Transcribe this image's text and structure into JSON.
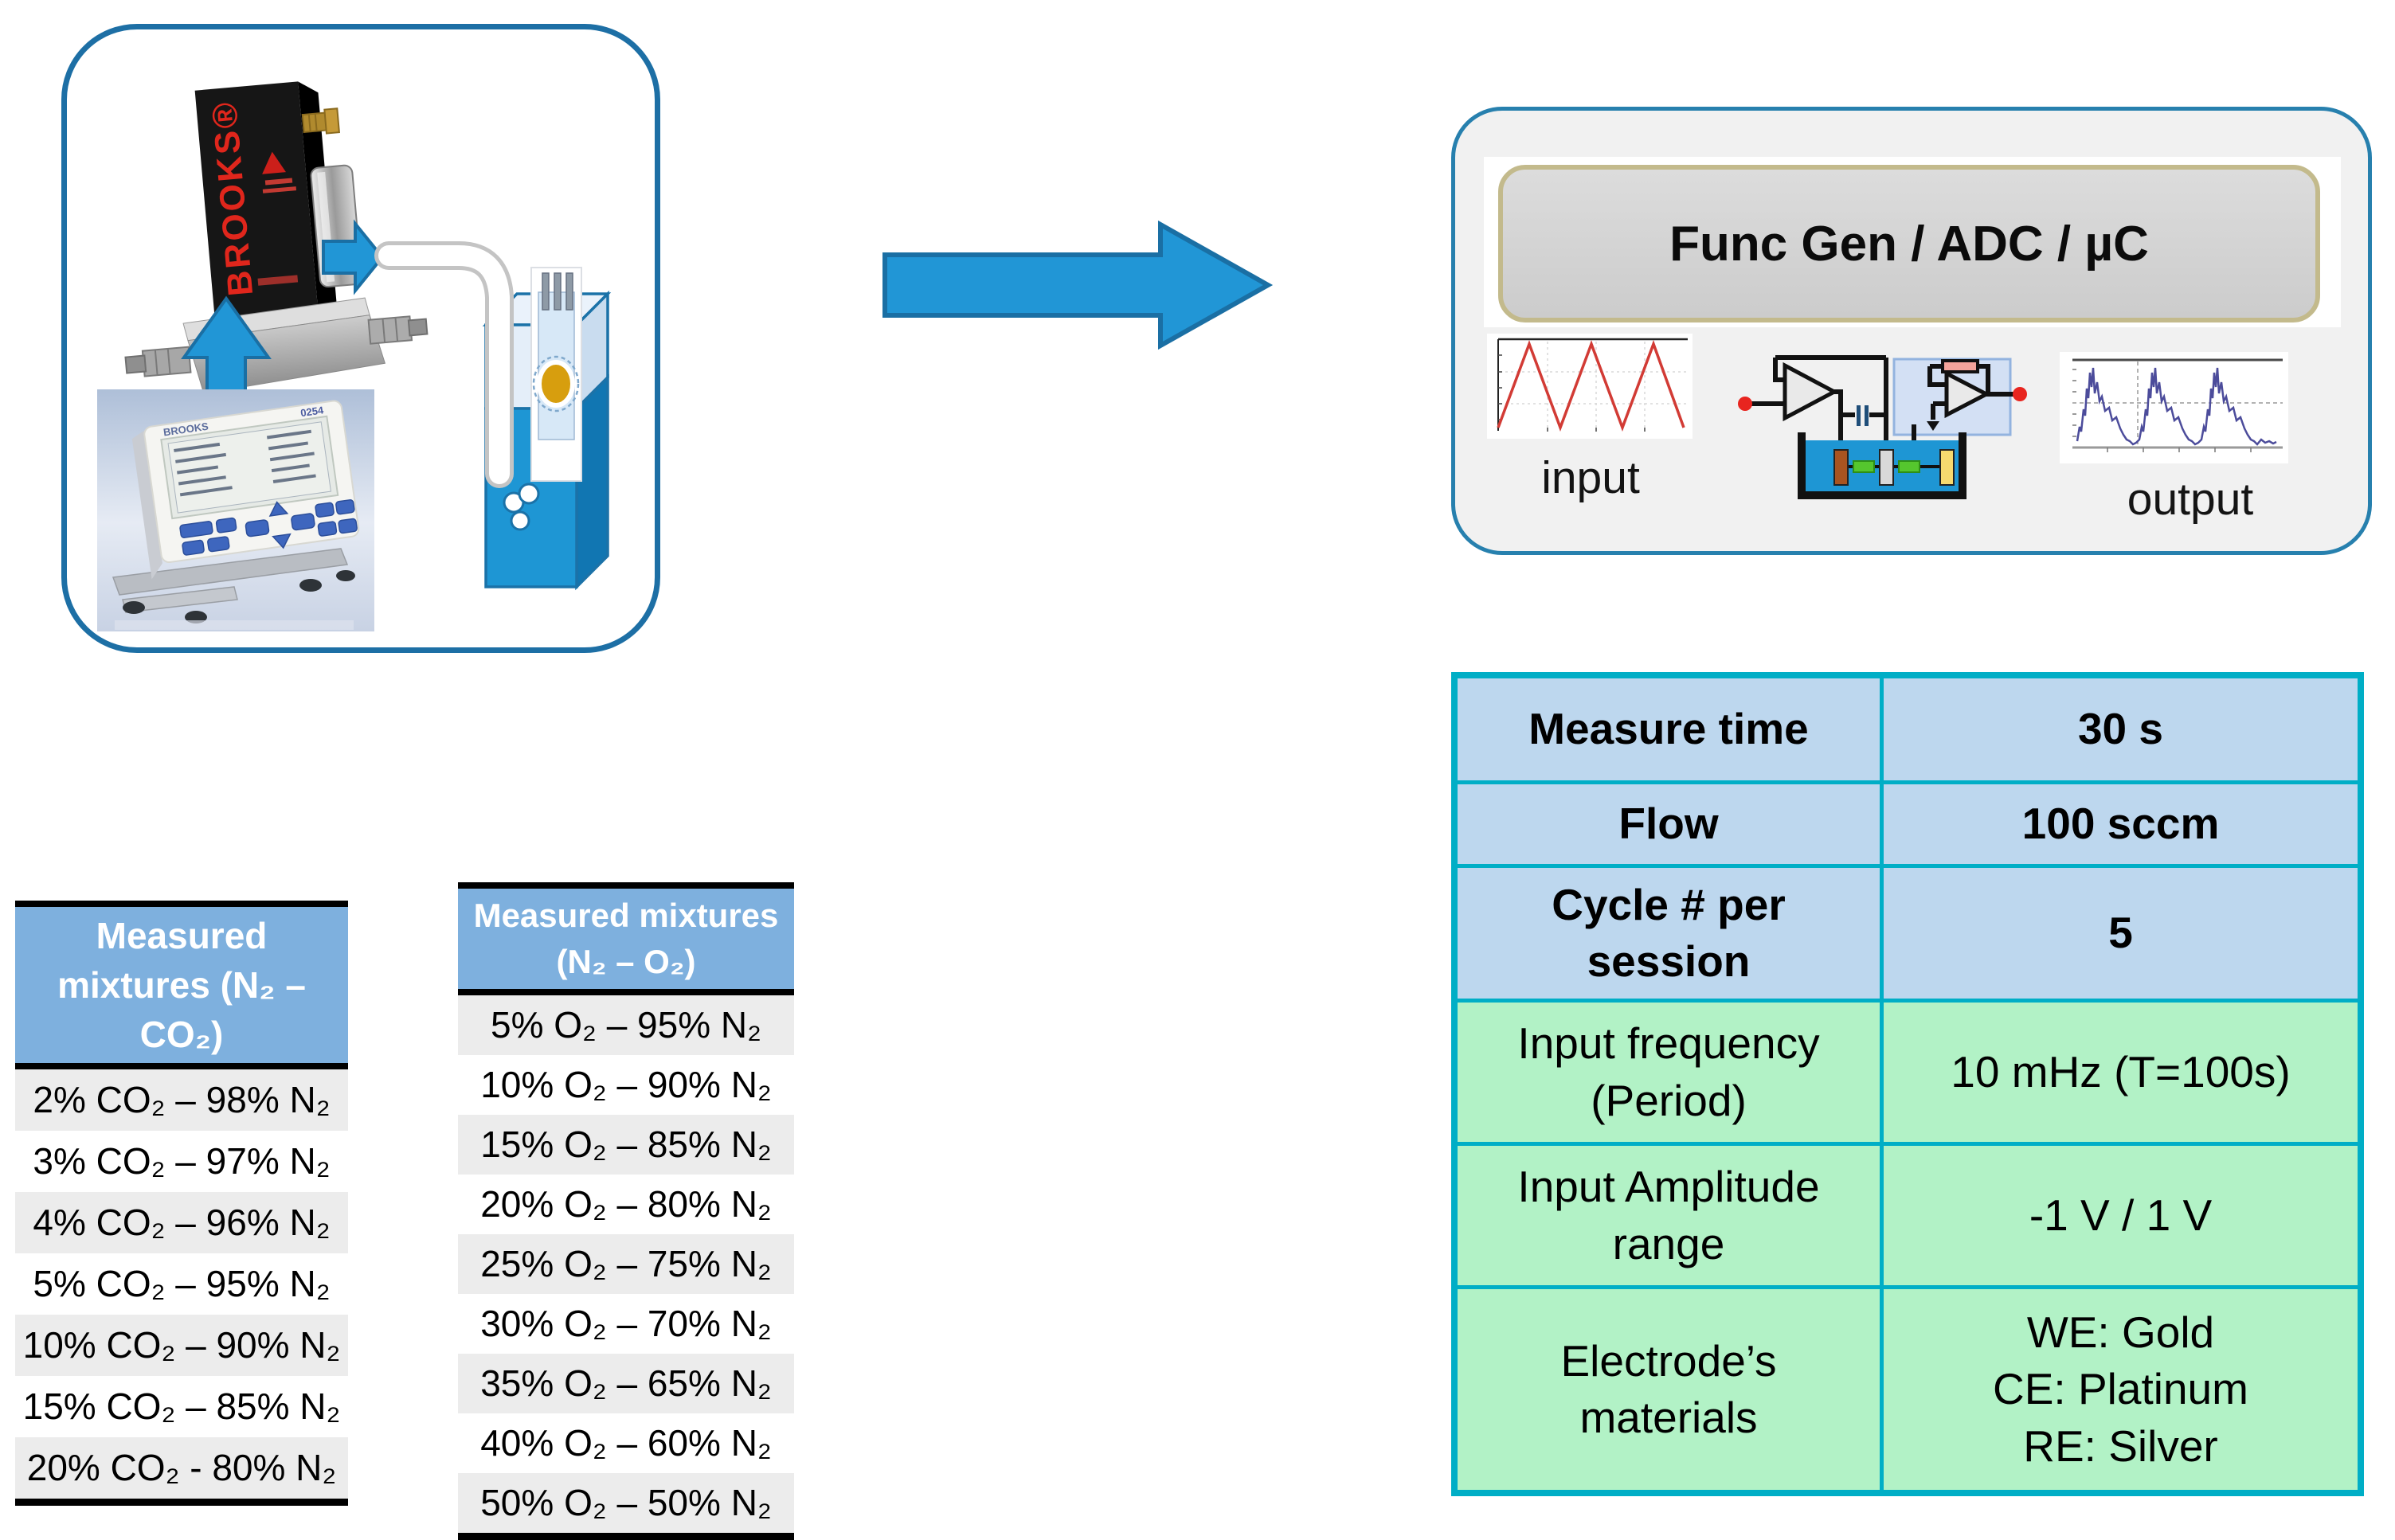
{
  "setup": {
    "mfc_brand": "BROOKS®",
    "console_brand": "BROOKS",
    "console_model": "0254"
  },
  "instrument": {
    "title": "Func Gen / ADC / µC",
    "input_label": "input",
    "output_label": "output"
  },
  "tables": {
    "co2_mixtures": {
      "header": "Measured mixtures (N₂ – CO₂)",
      "rows": [
        "2% CO₂ – 98% N₂",
        "3% CO₂ – 97% N₂",
        "4% CO₂ – 96% N₂",
        "5% CO₂ – 95% N₂",
        "10% CO₂ – 90% N₂",
        "15% CO₂ – 85% N₂",
        "20% CO₂ - 80% N₂"
      ]
    },
    "o2_mixtures": {
      "header": "Measured mixtures (N₂ – O₂)",
      "rows": [
        "5% O₂ – 95% N₂",
        "10% O₂ – 90% N₂",
        "15% O₂ – 85% N₂",
        "20% O₂ – 80% N₂",
        "25% O₂ – 75% N₂",
        "30% O₂ – 70% N₂",
        "35% O₂ – 65% N₂",
        "40% O₂ – 60% N₂",
        "50% O₂ – 50% N₂"
      ]
    },
    "parameters": {
      "rows": [
        {
          "label": "Measure time",
          "value": "30 s"
        },
        {
          "label": "Flow",
          "value": "100 sccm"
        },
        {
          "label": "Cycle # per session",
          "value": "5"
        },
        {
          "label": "Input frequency (Period)",
          "value": "10 mHz (T=100s)"
        },
        {
          "label": "Input Amplitude range",
          "value": "-1 V / 1 V"
        },
        {
          "label": "Electrode’s materials",
          "value": "WE: Gold\nCE: Platinum\nRE: Silver"
        }
      ]
    }
  },
  "colors": {
    "accent_blue": "#2196D6",
    "table_border_teal": "#00AEC6",
    "cell_blue": "#BDD7EE",
    "cell_green": "#B2F2C6",
    "header_blue": "#7EB0DE",
    "box_border_blue": "#1D6FA5",
    "brand_red": "#E0261C"
  }
}
